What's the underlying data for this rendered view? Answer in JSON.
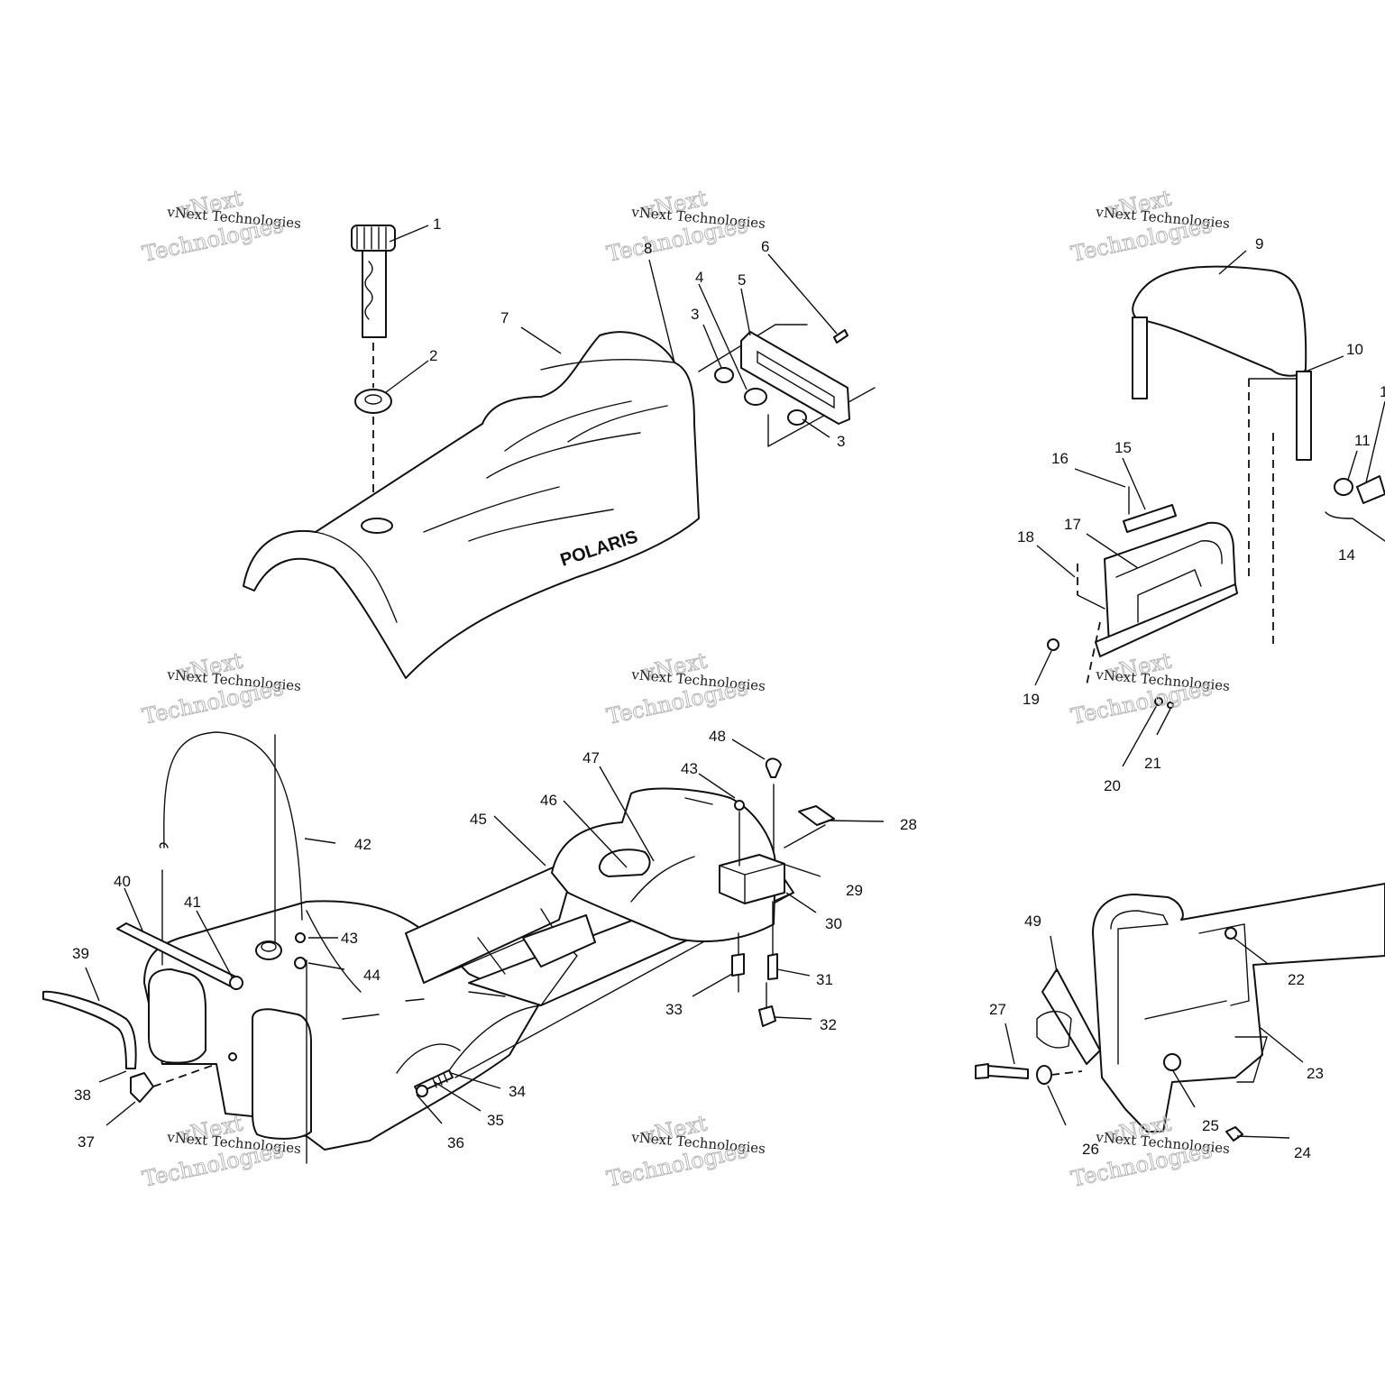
{
  "brand_logo": "POLARIS",
  "watermark": {
    "line1": "vNext Technologies",
    "line2": "vNext",
    "line3": "Technologies"
  },
  "callouts": [
    "1",
    "2",
    "3",
    "3",
    "4",
    "5",
    "6",
    "7",
    "8",
    "9",
    "10",
    "1",
    "11",
    "14",
    "15",
    "16",
    "17",
    "18",
    "19",
    "20",
    "21",
    "22",
    "23",
    "24",
    "25",
    "26",
    "27",
    "28",
    "29",
    "30",
    "31",
    "32",
    "33",
    "34",
    "35",
    "36",
    "37",
    "38",
    "39",
    "40",
    "41",
    "42",
    "43",
    "43",
    "44",
    "45",
    "46",
    "47",
    "48",
    "49"
  ]
}
